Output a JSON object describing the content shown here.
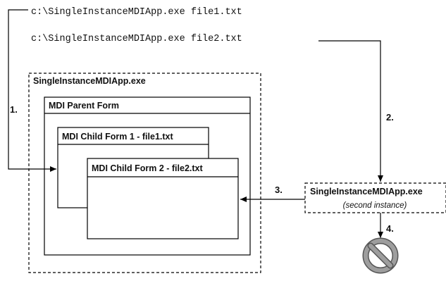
{
  "commands": {
    "cmd1": "c:\\SingleInstanceMDIApp.exe file1.txt",
    "cmd2": "c:\\SingleInstanceMDIApp.exe file2.txt"
  },
  "app": {
    "title": "SingleInstanceMDIApp.exe",
    "parent_form": "MDI Parent Form",
    "child1": "MDI Child Form 1 - file1.txt",
    "child2": "MDI Child Form 2 - file2.txt"
  },
  "second_instance": {
    "title": "SingleInstanceMDIApp.exe",
    "subtitle": "(second instance)"
  },
  "steps": {
    "s1": "1.",
    "s2": "2.",
    "s3": "3.",
    "s4": "4."
  },
  "icons": {
    "blocked": "prohibited-icon"
  },
  "colors": {
    "line": "#000000",
    "prohibited_fill": "#9e9e9e",
    "prohibited_stroke": "#555555"
  }
}
